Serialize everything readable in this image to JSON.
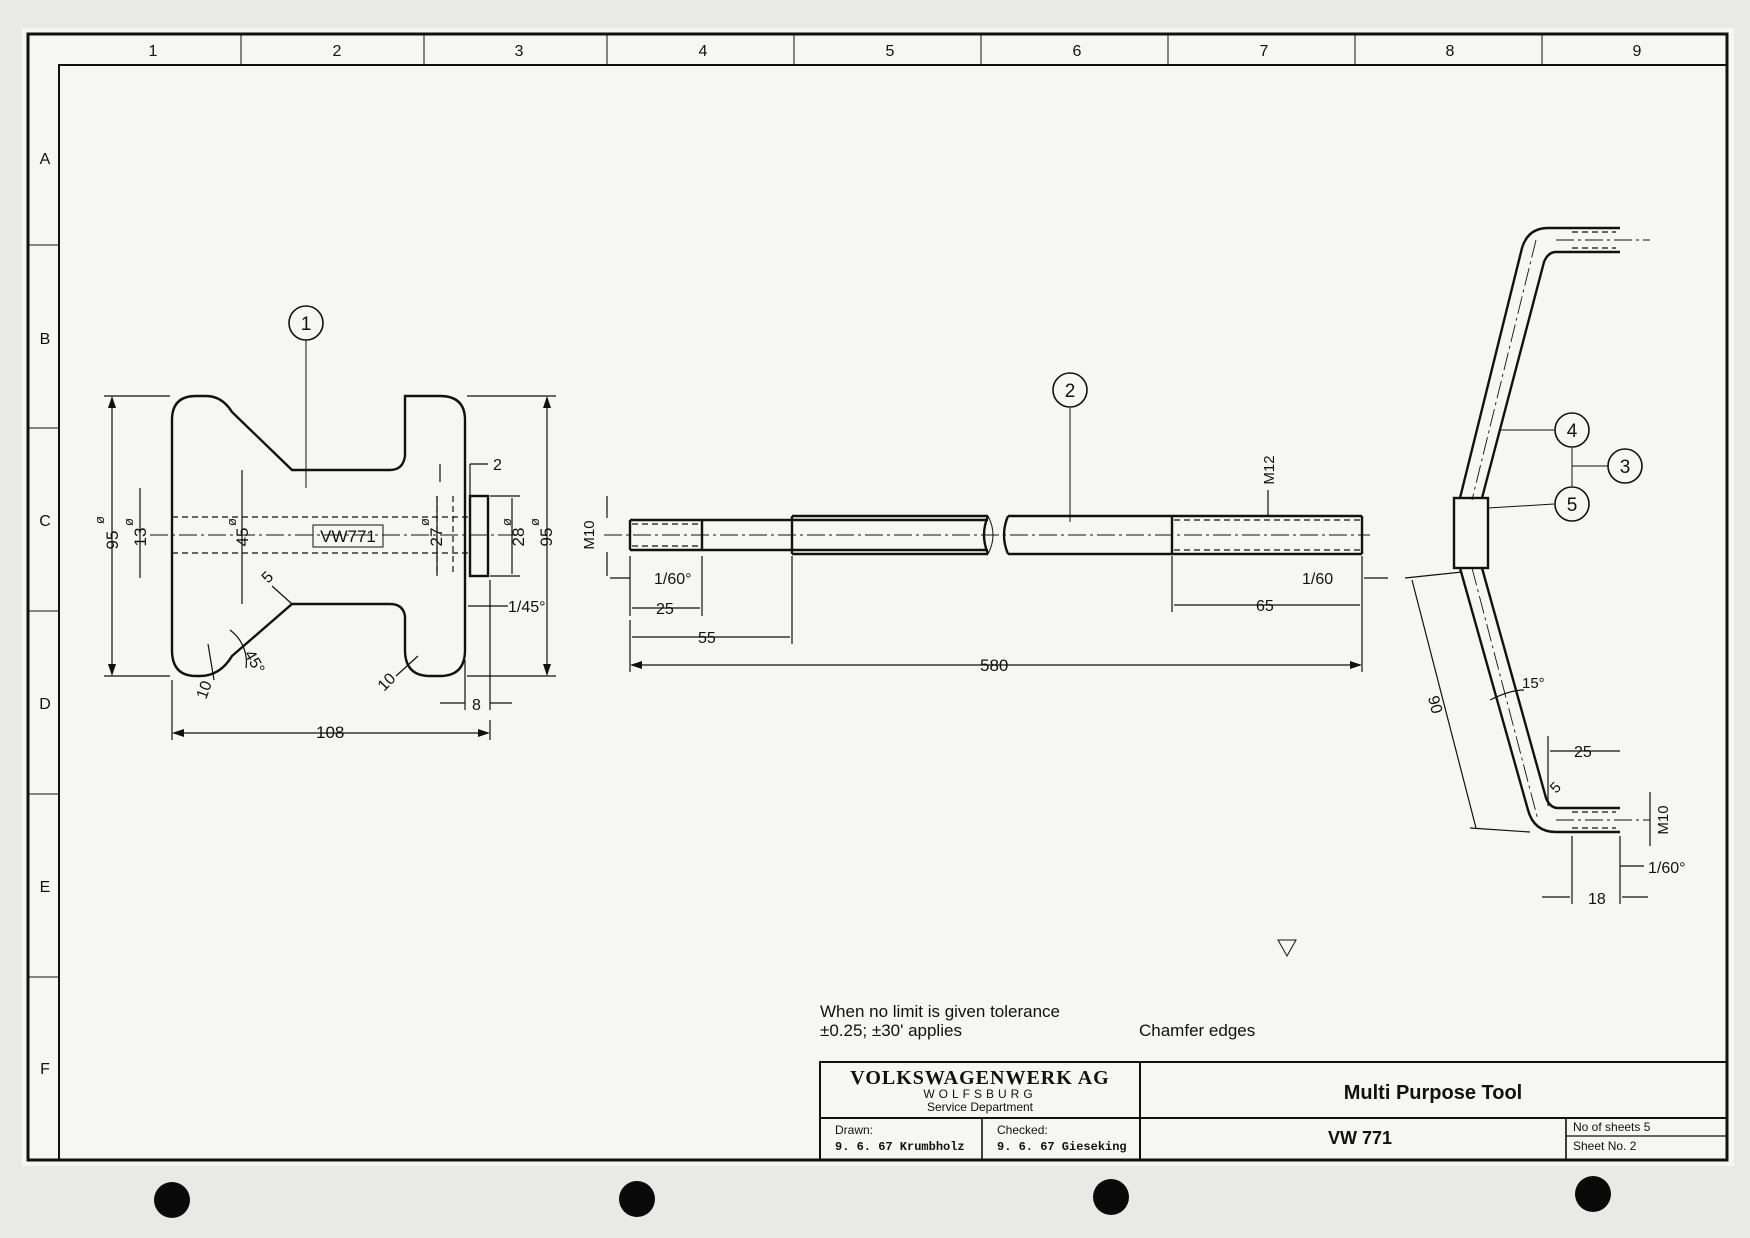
{
  "grid": {
    "columns": [
      "1",
      "2",
      "3",
      "4",
      "5",
      "6",
      "7",
      "8",
      "9"
    ],
    "rows": [
      "A",
      "B",
      "C",
      "D",
      "E",
      "F"
    ]
  },
  "balloons": [
    "1",
    "2",
    "3",
    "4",
    "5"
  ],
  "part1": {
    "label": "VW771",
    "dims": {
      "d95_left": "95",
      "d13": "13",
      "d45": "45",
      "d27": "27",
      "d28": "28",
      "d95_right": "95",
      "r5": "5",
      "a45": "45°",
      "r10_left": "10",
      "r10_right": "10",
      "t2": "2",
      "ch145": "1/45°",
      "w8": "8",
      "l108": "108"
    },
    "dia_symbol": "ø"
  },
  "part2": {
    "thread_left": "M10",
    "thread_right": "M12",
    "ch_left": "1/60°",
    "ch_right": "1/60",
    "l25": "25",
    "l55": "55",
    "l580": "580",
    "l65": "65"
  },
  "part3": {
    "l90": "90",
    "a15": "15°",
    "l25": "25",
    "r5": "5",
    "thread": "M10",
    "ch": "1/60°",
    "l18": "18"
  },
  "notes": {
    "tolerance_line1": "When no limit is given tolerance",
    "tolerance_line2": "±0.25; ±30' applies",
    "chamfer": "Chamfer edges"
  },
  "title_block": {
    "company": "VOLKSWAGENWERK AG",
    "city": "WOLFSBURG",
    "department": "Service Department",
    "drawn_label": "Drawn:",
    "drawn_value": "9. 6. 67 Krumbholz",
    "checked_label": "Checked:",
    "checked_value": "9. 6. 67 Gieseking",
    "title": "Multi Purpose Tool",
    "number": "VW 771",
    "sheets": "No of sheets 5",
    "sheet_no": "Sheet No. 2"
  }
}
